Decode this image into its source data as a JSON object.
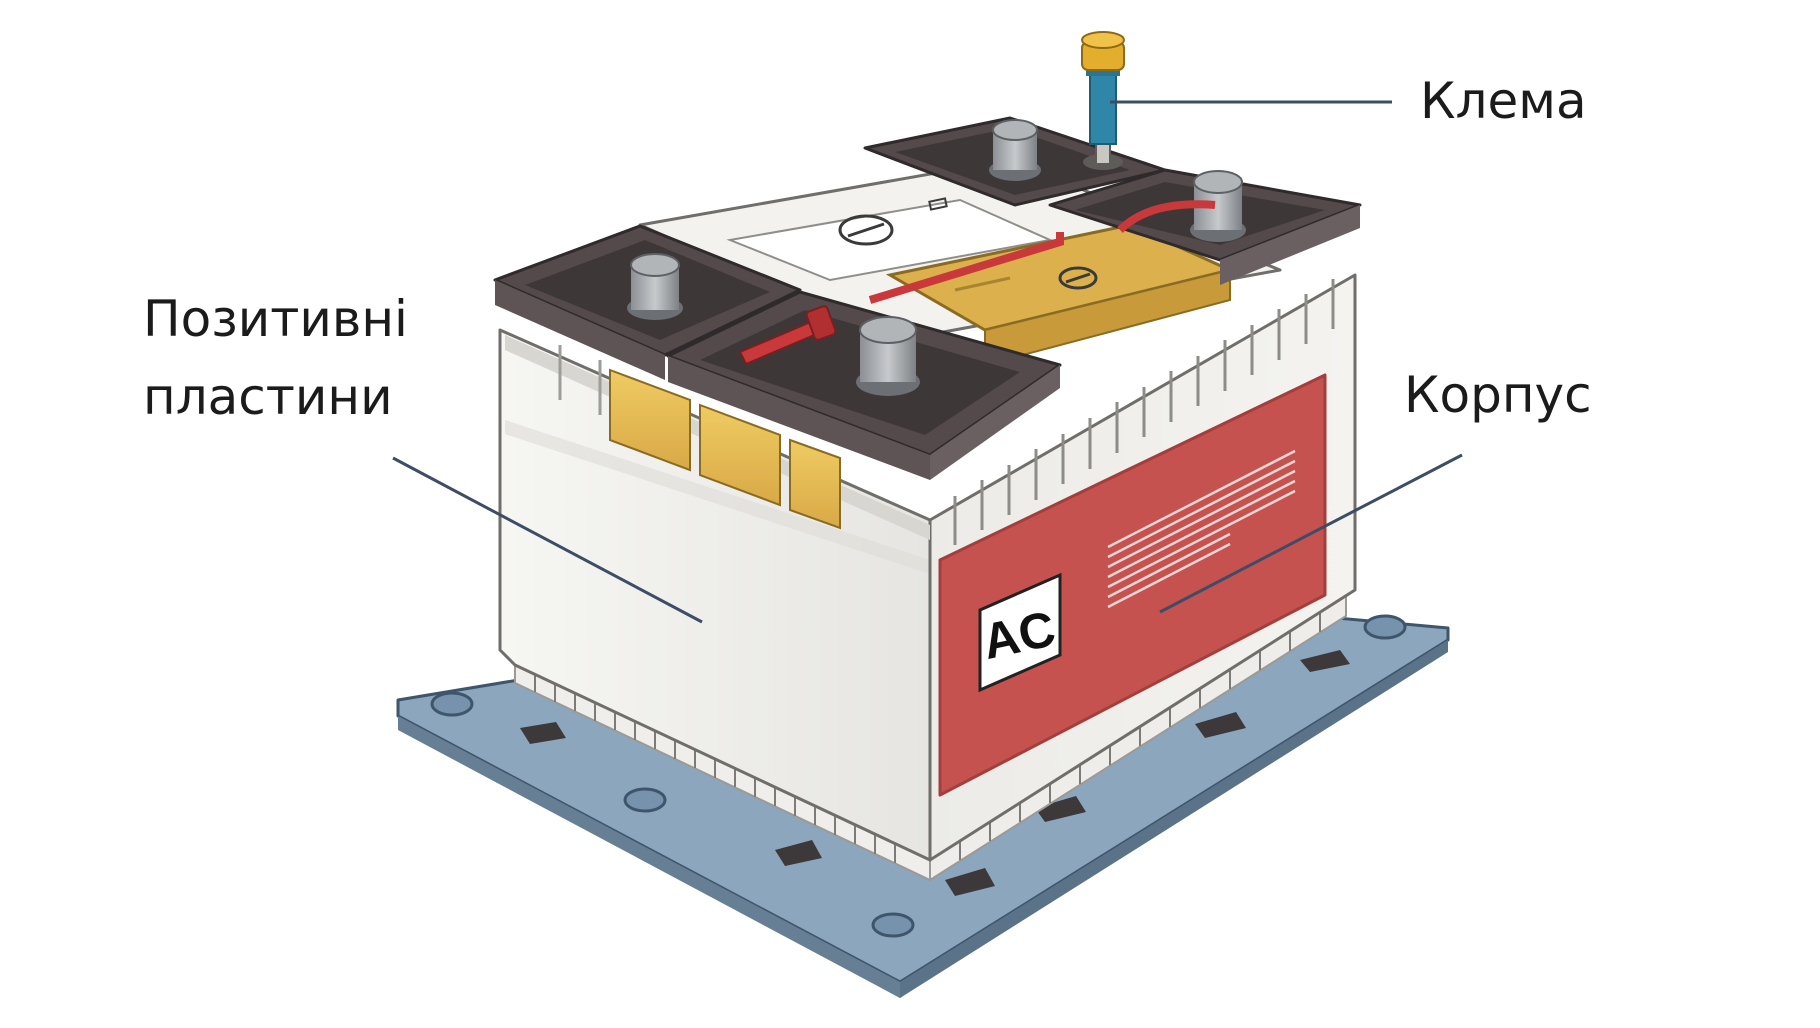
{
  "labels": {
    "terminal": "Клема",
    "positive_plates_line1": "Позитивні",
    "positive_plates_line2": "пластини",
    "case": "Корпус"
  },
  "battery": {
    "badge_text": "AC"
  },
  "colors": {
    "base_plate": "#8ba6bd",
    "base_plate_edge": "#536c83",
    "case_white": "#f2f2ef",
    "case_side": "#e8e7e3",
    "lid_dark": "#544a4c",
    "label_red": "#c5524f",
    "cell_yellow": "#e3bf55",
    "callout_line": "#3d4d66",
    "terminal_blue": "#2f86a8",
    "terminal_gold": "#e3ad2e"
  }
}
